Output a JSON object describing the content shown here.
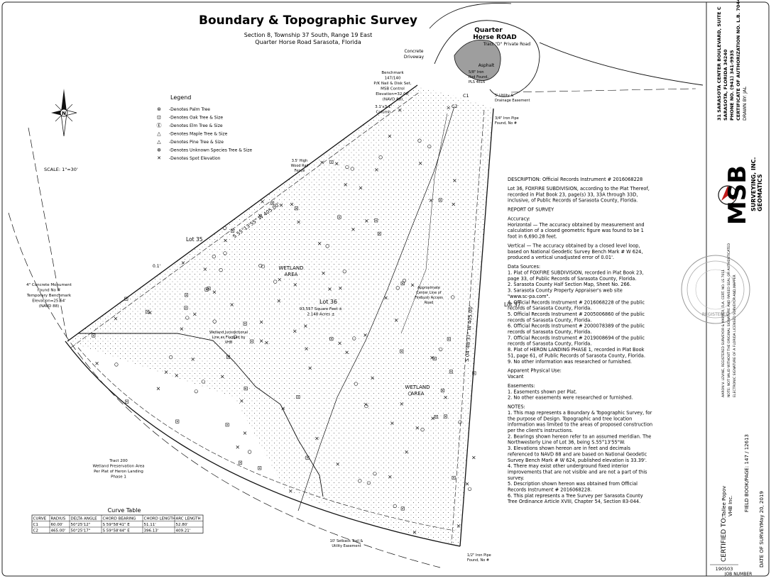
{
  "header": {
    "title": "Boundary & Topographic Survey",
    "subtitle1": "Section 8, Township 37 South, Range 19 East",
    "subtitle2": "Quarter Horse Road Sarasota, Florida"
  },
  "scale": "SCALE: 1\"=30'",
  "legend": {
    "title": "Legend",
    "items": [
      {
        "symbol": "palm",
        "label": "-Denotes Palm Tree"
      },
      {
        "symbol": "oak",
        "label": "-Denotes Oak Tree & Size"
      },
      {
        "symbol": "elm",
        "label": "-Denotes Elm Tree & Size"
      },
      {
        "symbol": "maple",
        "label": "-Denotes Maple Tree & Size"
      },
      {
        "symbol": "pine",
        "label": "-Denotes Pine Tree & Size"
      },
      {
        "symbol": "unknown",
        "label": "-Denotes Unknown Species Tree & Size"
      },
      {
        "symbol": "spot",
        "label": "-Denotes Spot Elevation"
      }
    ]
  },
  "road": {
    "name1": "Quarter",
    "name2": "Horse ROAD",
    "tract": "Tract \"D\" Private Road",
    "asphalt": "Asphalt"
  },
  "labels": {
    "concrete_driveway": [
      "Concrete",
      "Driveway"
    ],
    "benchmark": [
      "Benchmark",
      "147/140",
      "P/K Nail & Disk Set,",
      "MSB Control",
      "Elevation=32.08'",
      "(NAVD 88)"
    ],
    "iron_rod": [
      "5/8\" Iron",
      "Rod Found,",
      "PLS 4816"
    ],
    "column": [
      "3.1'x3.1'",
      "Column"
    ],
    "utility": [
      "5' Utility &",
      "Drainage Easement"
    ],
    "iron_pipe_top": [
      "3/4\" Iron Pipe",
      "Found, No #"
    ],
    "fence": [
      "3.5' High",
      "Wood Rail",
      "Fence"
    ],
    "lot35": "Lot 35",
    "lot36": "Lot 36",
    "lot37": "Lot 37",
    "lot36_area": [
      "93,557 Square Feet ±",
      "2.148 Acres ±"
    ],
    "wetland1": [
      "WETLAND",
      "AREA"
    ],
    "wetland2": [
      "WETLAND",
      "AREA"
    ],
    "monument": [
      "4\" Concrete Monument",
      "Found No #",
      "Temporary Benchmark",
      "Elevation=25.64'",
      "(NAVD 88)"
    ],
    "wetland_line": [
      "Wetland Jurisdictional",
      "Line as Flagged by",
      "VHB"
    ],
    "center_line": [
      "Approximate",
      "Center Line of",
      "Firebush Access",
      "Road"
    ],
    "tract200": [
      "Tract 200",
      "Wetland Preservation Area",
      "Per Plat of Heron Landing",
      "Phase 1"
    ],
    "setback": [
      "10' Setback Trail &",
      "Utility Easement"
    ],
    "iron_pipe_bottom": [
      "1/2\" Iron Pipe",
      "Found, No #"
    ],
    "north_line_bearing": "S 55°13'55\" W 405.00'",
    "east_line_bearing": "S 04°48'37\" W 405.00'",
    "offset": "0.1'",
    "c1": "C1",
    "c2": "C2"
  },
  "curve_table": {
    "title": "Curve Table",
    "headers": [
      "CURVE",
      "RADIUS",
      "DELTA ANGLE",
      "CHORD BEARING",
      "CHORD LENGTH",
      "ARC LENGTH"
    ],
    "rows": [
      [
        "C1",
        "60.00'",
        "50°25'12\"",
        "S 59°58'41\" E",
        "51.11'",
        "52.80'"
      ],
      [
        "C2",
        "465.00'",
        "50°25'17\"",
        "S 59°58'44\" E",
        "396.13'",
        "409.21'"
      ]
    ]
  },
  "notes_block": {
    "description_heading": "DESCRIPTION: Official Records Instrument # 2016068228",
    "description_lines": [
      "Lot 36, FOXFIRE SUBDIVISION, according to the Plat Thereof,",
      "recorded in Plat Book 23, page(s) 33, 33A through 33D,",
      "inclusive, of Public Records of Sarasota County, Florida."
    ],
    "report": "REPORT OF SURVEY",
    "accuracy": "Accuracy:",
    "horizontal": [
      "Horizontal — The accuracy obtained by measurement and",
      "calculation of a closed geometric figure was found to be 1",
      "foot in 6,690.28 feet."
    ],
    "vertical": [
      "Vertical — The accuracy obtained by a closed level loop,",
      "based on National Geodetic Survey Bench Mark # W 624,",
      "produced a vertical unadjusted error of 0.01'."
    ],
    "sources_heading": "Data Sources:",
    "sources": [
      "1. Plat of FOXFIRE SUBDIVISION, recorded in Plat Book 23,",
      "page 33, of Public Records of Sarasota County, Florida.",
      "2. Sarasota County Half Section Map, Sheet No. 266.",
      "3. Sarasota County Property Appraiser's web site",
      "\"www.sc-pa.com\".",
      "4. Official Records Instrument # 2016068228 of the public",
      "records of Sarasota County, Florida.",
      "5. Official Records Instrument # 2005006860 of the public",
      "records of Sarasota County, Florida.",
      "6. Official Records Instrument # 2000078389 of the public",
      "records of Sarasota County, Florida.",
      "7. Official Records Instrument # 2019008694 of the public",
      "records of Sarasota County, Florida.",
      "8. Plat of HERON LANDING PHASE 1, recorded in Plat Book",
      "51, page 61, of Public Records of Sarasota County, Florida.",
      "9. No other information was researched or furnished."
    ],
    "use_heading": "Apparent Physical Use:",
    "use_value": "Vacant",
    "easements_heading": "Easements:",
    "easements": [
      "1. Easements shown per Plat.",
      "2. No other easements were researched or furnished."
    ],
    "notes_heading": "NOTES:",
    "notes": [
      "1. This map represents a Boundary & Topographic Survey, for",
      "the purpose of Design. Topographic and tree location",
      "information was limited to the areas of proposed construction",
      "per the client's instructions.",
      "2. Bearings shown hereon refer to an assumed meridian. The",
      "Northwesterly Line of Lot 36, being S.55°13'55\"W.",
      "3. Elevations shown hereon are in feet and decimals",
      "referenced to NAVD 88  and are based on National Geodetic",
      "Survey Bench Mark # W 624, published elevation is 33.39'.",
      "4. There may exist other underground fixed interior",
      "improvements that are not visible and are not a part of this",
      "survey.",
      "5. Description shown hereon was obtained from Official",
      "Records Instrument # 2016068228.",
      "6. This plat represents a Tree Survey per Sarasota County",
      "Tree Ordinance Article XVIII, Chapter 54, Section 83-044."
    ]
  },
  "title_block": {
    "firm_address": "31 SARASOTA CENTER BOULEVARD, SUITE C",
    "city": "SARASOTA, FLORIDA 34240",
    "phone": "PHONE NO. (941) 341-9935",
    "cert": "CERTIFICATE OF AUTHORIZATION NO. L.B. 7044",
    "drawn_by": "DRAWN BY:  JAL",
    "logo_text": "MSB",
    "firm_name1": "SURVEYING, INC.",
    "firm_name2": "GEOMATICS",
    "surveyor_lines": [
      "AARON V. LEVINE, REGISTERED SURVEYOR & MAPPER, FLA. CERT. NO. LS 7011",
      "NOTE: NOT VALID WITHOUT THE ORIGINAL SIGNATURE AND RAISED SEAL OR AUTHENTICATED",
      "ELECTRONIC SIGNATURE OF A FLORIDA LICENSED SURVEYOR AND MAPPER"
    ],
    "certified_label": "CERTIFIED TO:",
    "certified_to": [
      "Tallee Popov",
      "VHB Inc."
    ],
    "field_book": "FIELD BOOK/PAGE: 147 / 12613",
    "date_label": "DATE OF SURVEY:",
    "date_value": "May 20, 2019",
    "job_number": "190503",
    "job_label": "JOB NUMBER"
  },
  "seal_text": "REGISTERED"
}
